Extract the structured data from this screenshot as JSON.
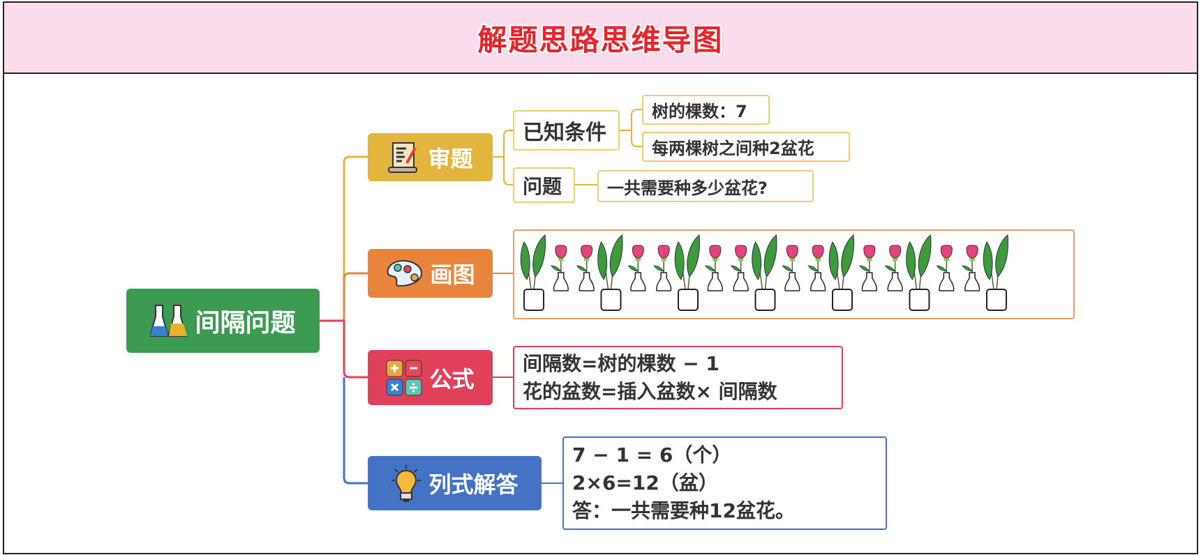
{
  "title": "解题思路思维导图",
  "root": {
    "label": "间隔问题",
    "icon": "flask-icon",
    "color": "#3d9a52"
  },
  "branches": {
    "review": {
      "label": "审题",
      "icon": "scroll-icon",
      "color": "#e2b53c",
      "known": {
        "label": "已知条件",
        "items": [
          "树的棵数：7",
          "每两棵树之间种2盆花"
        ]
      },
      "question": {
        "label": "问题",
        "text": "一共需要种多少盆花?"
      }
    },
    "draw": {
      "label": "画图",
      "icon": "palette-icon",
      "color": "#e8843c",
      "trees": 7,
      "flowers_per_gap": 2
    },
    "formula": {
      "label": "公式",
      "icon": "calculator-icon",
      "color": "#e0405a",
      "lines": [
        "间隔数=树的棵数 − 1",
        "花的盆数=插入盆数× 间隔数"
      ]
    },
    "answer": {
      "label": "列式解答",
      "icon": "lightbulb-icon",
      "color": "#4472c4",
      "lines": [
        "7 − 1 = 6（个）",
        "2×6=12（盆）",
        "答：一共需要种12盆花。"
      ]
    }
  }
}
